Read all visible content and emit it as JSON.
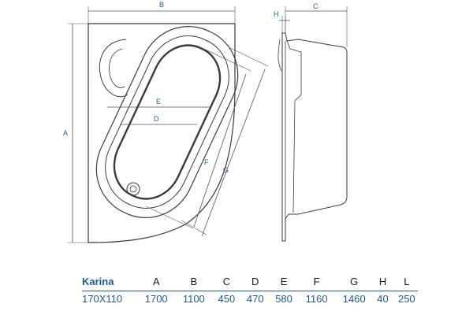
{
  "labels": {
    "A": "A",
    "B": "B",
    "C": "C",
    "D": "D",
    "E": "E",
    "F": "F",
    "G": "G",
    "H": "H"
  },
  "table": {
    "model": "Karina",
    "headers": [
      "A",
      "B",
      "C",
      "D",
      "E",
      "F",
      "G",
      "H",
      "L"
    ],
    "size": "170X110",
    "values": [
      "1700",
      "1100",
      "450",
      "470",
      "580",
      "1160",
      "1460",
      "40",
      "250"
    ]
  },
  "colors": {
    "line": "#3a3a3a",
    "dimension": "#555555",
    "label": "#2a5a8f",
    "accent": "#1f5a8f"
  }
}
